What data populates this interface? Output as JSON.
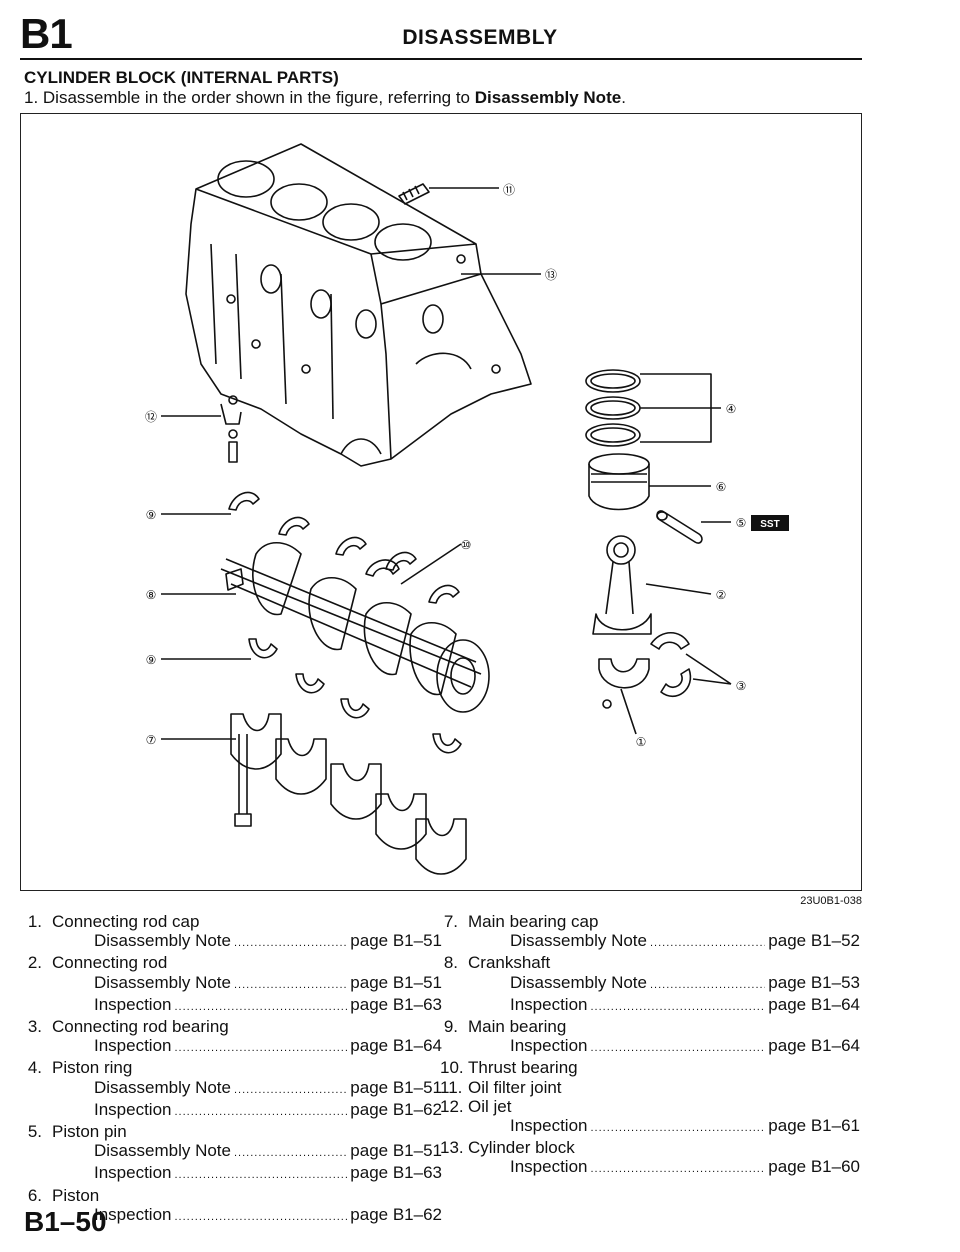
{
  "header": {
    "code": "B1",
    "title": "DISASSEMBLY"
  },
  "section_title": "CYLINDER BLOCK (INTERNAL PARTS)",
  "instruction": {
    "prefix": "1. Disassemble in the order shown in the figure, referring to ",
    "bold": "Disassembly Note",
    "suffix": "."
  },
  "figure": {
    "reference": "23U0B1-038",
    "callouts": [
      "1",
      "2",
      "3",
      "4",
      "5",
      "6",
      "7",
      "8",
      "9",
      "9",
      "10",
      "11",
      "12",
      "13"
    ],
    "sst_label": "SST"
  },
  "parts_left": [
    {
      "num": "1.",
      "name": "Connecting rod cap",
      "subs": [
        {
          "label": "Disassembly Note",
          "ref": "page B1–51"
        }
      ]
    },
    {
      "num": "2.",
      "name": "Connecting rod",
      "subs": [
        {
          "label": "Disassembly Note",
          "ref": "page B1–51"
        },
        {
          "label": "Inspection",
          "ref": "page B1–63"
        }
      ]
    },
    {
      "num": "3.",
      "name": "Connecting rod bearing",
      "subs": [
        {
          "label": "Inspection",
          "ref": "page B1–64"
        }
      ]
    },
    {
      "num": "4.",
      "name": "Piston ring",
      "subs": [
        {
          "label": "Disassembly Note",
          "ref": "page B1–51"
        },
        {
          "label": "Inspection",
          "ref": "page B1–62"
        }
      ]
    },
    {
      "num": "5.",
      "name": "Piston pin",
      "subs": [
        {
          "label": "Disassembly Note",
          "ref": "page B1–51"
        },
        {
          "label": "Inspection",
          "ref": "page B1–63"
        }
      ]
    },
    {
      "num": "6.",
      "name": "Piston",
      "subs": [
        {
          "label": "Inspection",
          "ref": "page B1–62"
        }
      ]
    }
  ],
  "parts_right": [
    {
      "num": "7.",
      "name": "Main bearing cap",
      "subs": [
        {
          "label": "Disassembly Note",
          "ref": "page B1–52"
        }
      ]
    },
    {
      "num": "8.",
      "name": "Crankshaft",
      "subs": [
        {
          "label": "Disassembly Note",
          "ref": "page B1–53"
        },
        {
          "label": "Inspection",
          "ref": "page B1–64"
        }
      ]
    },
    {
      "num": "9.",
      "name": "Main bearing",
      "subs": [
        {
          "label": "Inspection",
          "ref": "page B1–64"
        }
      ]
    },
    {
      "num": "10.",
      "name": "Thrust bearing",
      "subs": []
    },
    {
      "num": "11.",
      "name": "Oil filter joint",
      "subs": []
    },
    {
      "num": "12.",
      "name": "Oil jet",
      "subs": [
        {
          "label": "Inspection",
          "ref": "page B1–61"
        }
      ]
    },
    {
      "num": "13.",
      "name": "Cylinder block",
      "subs": [
        {
          "label": "Inspection",
          "ref": "page B1–60"
        }
      ]
    }
  ],
  "footer": {
    "page_number": "B1–50"
  }
}
